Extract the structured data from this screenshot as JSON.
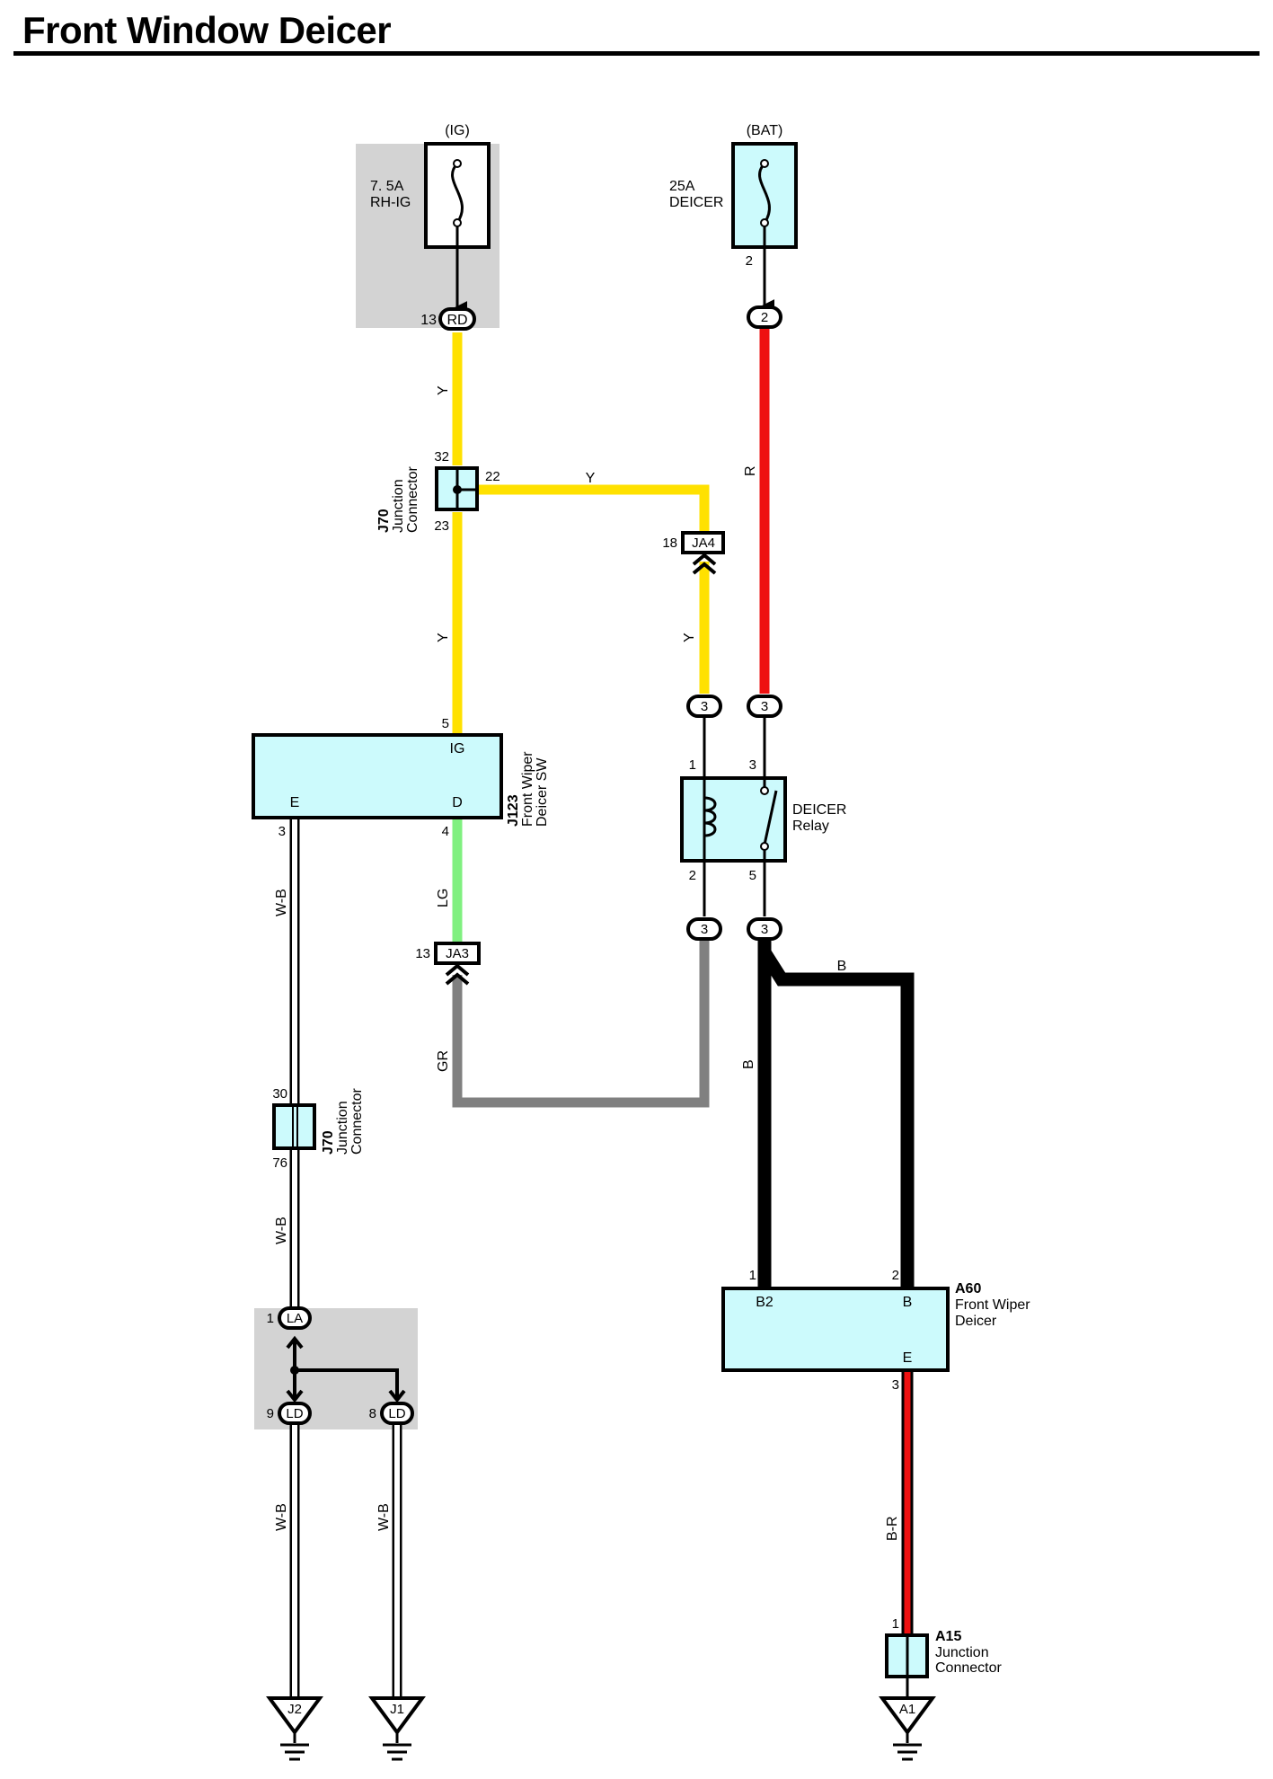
{
  "title": "Front Window Deicer",
  "colors": {
    "Y": "#ffe100",
    "R": "#ee1111",
    "LG": "#80f080",
    "GR": "#808080",
    "B": "#000000",
    "W-B": "#ffffff",
    "component_fill": "#ccfafc",
    "shade": "#d3d3d3"
  },
  "power": {
    "ig": {
      "label": "(IG)",
      "rating": "7. 5A",
      "name": "RH-IG"
    },
    "bat": {
      "label": "(BAT)",
      "rating": "25A",
      "name": "DEICER",
      "pin": "2"
    }
  },
  "connectors": {
    "rd": {
      "name": "RD",
      "pin": "13"
    },
    "bat_term": {
      "name": "2"
    },
    "ja4": {
      "name": "JA4",
      "pin": "18"
    },
    "ja3": {
      "name": "JA3",
      "pin": "13"
    },
    "relay_in_left": {
      "name": "3"
    },
    "relay_in_right": {
      "name": "3"
    },
    "relay_out_left": {
      "name": "3"
    },
    "relay_out_right": {
      "name": "3"
    },
    "la": {
      "name": "LA",
      "pin": "1"
    },
    "ld1": {
      "name": "LD",
      "pin": "9"
    },
    "ld2": {
      "name": "LD",
      "pin": "8"
    }
  },
  "j70_top": {
    "id": "J70",
    "line1": "Junction",
    "line2": "Connector",
    "pins": {
      "top": "32",
      "right": "22",
      "bottom": "23"
    }
  },
  "j70_bottom": {
    "id": "J70",
    "line1": "Junction",
    "line2": "Connector",
    "pins": {
      "top": "30",
      "bottom": "76"
    }
  },
  "j123": {
    "id": "J123",
    "line1": "Front Wiper",
    "line2": "Deicer SW",
    "terminals": {
      "ig": "IG",
      "e": "E",
      "d": "D"
    },
    "pins": {
      "ig": "5",
      "e": "3",
      "d": "4"
    }
  },
  "relay": {
    "line1": "DEICER",
    "line2": "Relay",
    "pins": {
      "p1": "1",
      "p3": "3",
      "p2": "2",
      "p5": "5"
    }
  },
  "a60": {
    "id": "A60",
    "line1": "Front Wiper",
    "line2": "Deicer",
    "terminals": {
      "b2": "B2",
      "b": "B",
      "e": "E"
    },
    "pins": {
      "b2": "1",
      "b": "2",
      "e": "3"
    }
  },
  "a15": {
    "id": "A15",
    "line1": "Junction",
    "line2": "Connector",
    "pin": "1"
  },
  "grounds": {
    "j2": "J2",
    "j1": "J1",
    "a1": "A1"
  },
  "wire_labels": {
    "y1": "Y",
    "y_branch": "Y",
    "y2": "Y",
    "y3": "Y",
    "r": "R",
    "lg": "LG",
    "gr": "GR",
    "b_top": "B",
    "b_left": "B",
    "wb1": "W-B",
    "wb2": "W-B",
    "wb3": "W-B",
    "wb4": "W-B",
    "br": "B-R"
  }
}
